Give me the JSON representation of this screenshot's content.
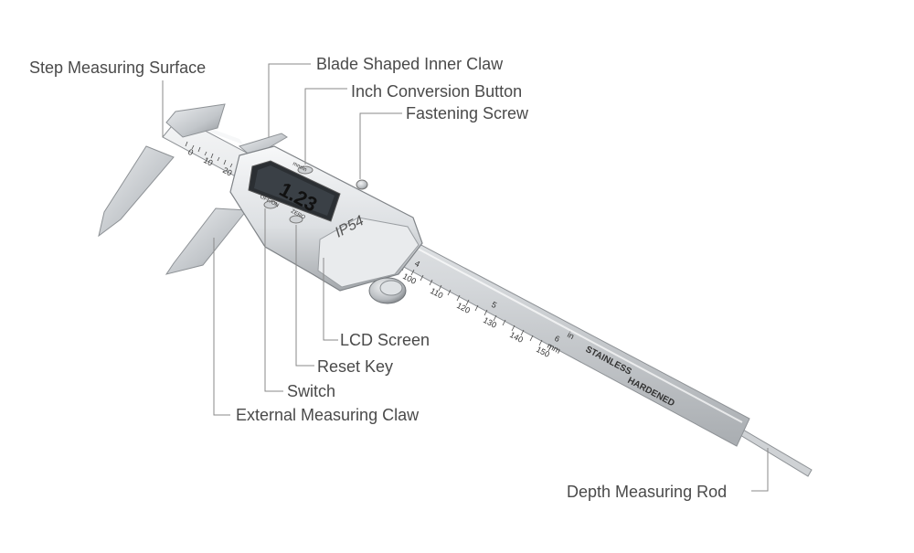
{
  "colors": {
    "background": "#ffffff",
    "label_text": "#4a4a4a",
    "leader_line": "#8a8a8a",
    "steel_light": "#e6e8ea",
    "steel_mid": "#c4c8cc",
    "steel_dark": "#8e9296",
    "lcd_screen": "#2b2f33",
    "lcd_digits": "#111111",
    "scale_text": "#333333"
  },
  "callouts": {
    "step_measuring_surface": "Step Measuring Surface",
    "blade_shaped_inner_claw": "Blade Shaped Inner Claw",
    "inch_conversion_button": "Inch Conversion Button",
    "fastening_screw": "Fastening Screw",
    "lcd_screen": "LCD Screen",
    "reset_key": "Reset Key",
    "switch": "Switch",
    "external_measuring_claw": "External Measuring Claw",
    "depth_measuring_rod": "Depth Measuring Rod"
  },
  "device": {
    "lcd_reading": "1.23",
    "btn_inch_mm": "mm/in",
    "btn_on_off": "OFF/ON",
    "btn_zero": "ZERO",
    "logo": "IP54",
    "beam_marking_1": "STAINLESS",
    "beam_marking_2": "HARDENED",
    "unit_mm": "mm",
    "unit_in": "in",
    "scale_mm": [
      "0",
      "10",
      "20"
    ],
    "scale_mm_lower": [
      "100",
      "110",
      "120",
      "130",
      "140",
      "150"
    ],
    "scale_in_upper": [
      "4",
      "5",
      "6"
    ]
  }
}
